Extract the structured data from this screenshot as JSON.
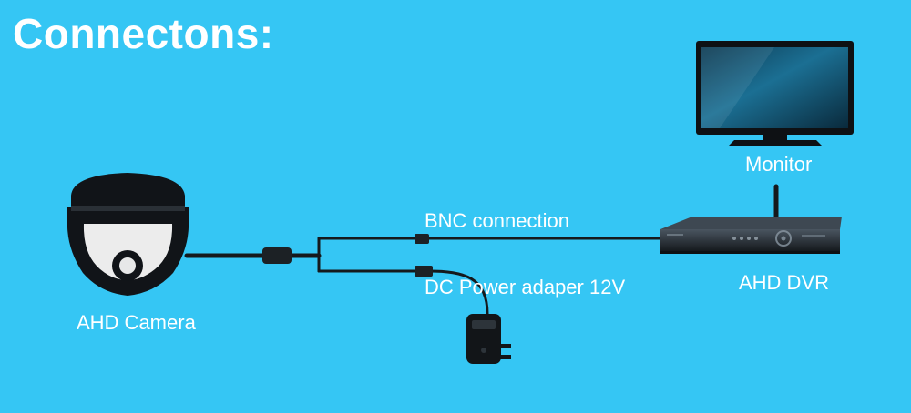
{
  "title": "Connectons:",
  "labels": {
    "camera": "AHD Camera",
    "bnc": "BNC connection",
    "power": "DC Power adaper 12V",
    "monitor": "Monitor",
    "dvr": "AHD DVR"
  },
  "colors": {
    "background": "#35c6f4",
    "text": "#ffffff",
    "device": "#111418"
  }
}
